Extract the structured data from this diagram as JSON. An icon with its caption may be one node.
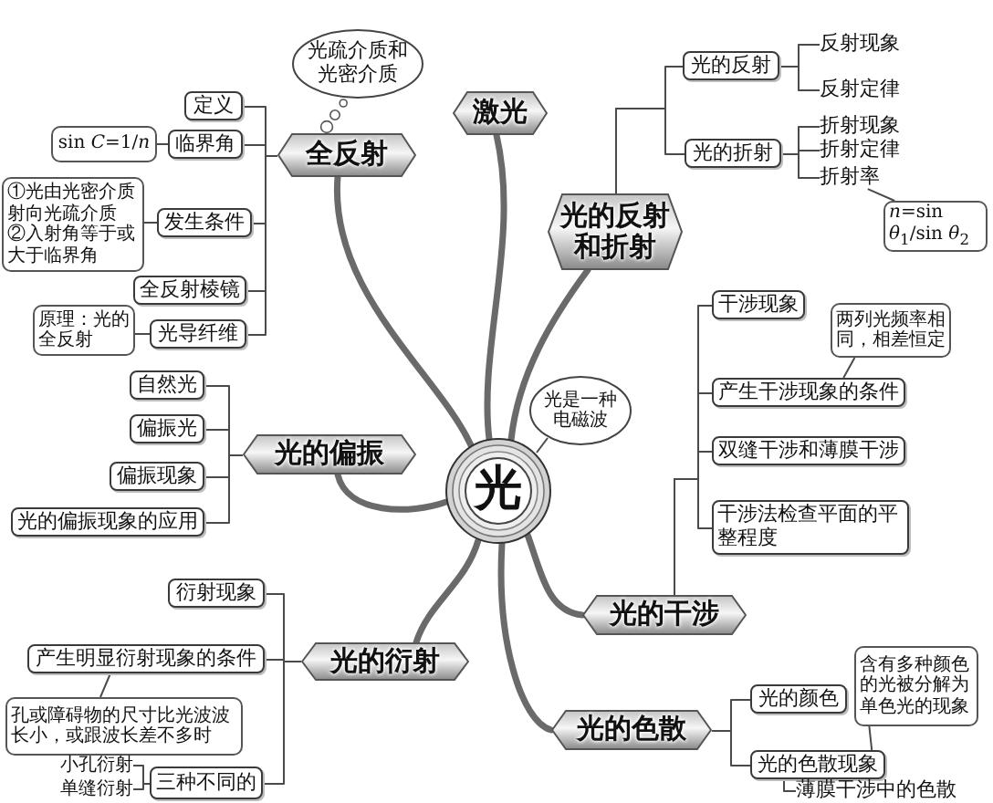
{
  "diagram": {
    "nodes": [
      {
        "text": [
          "光"
        ]
      },
      {
        "text": [
          "光是一种电磁波"
        ]
      },
      {
        "text": [
          "光疏介质和光密介质"
        ]
      },
      {
        "text": [
          "全反射"
        ]
      },
      {
        "text": [
          "定义"
        ]
      },
      {
        "text": [
          "临界角"
        ]
      },
      {
        "text": [
          "sin *C*=1/*n*"
        ]
      },
      {
        "text": [
          "发生条件"
        ]
      },
      {
        "text": [
          "①光由光密介质射向光疏介质",
          "②入射角等于或大于临界角"
        ]
      },
      {
        "text": [
          "全反射棱镜"
        ]
      },
      {
        "text": [
          "光导纤维"
        ]
      },
      {
        "text": [
          "原理：光的全反射"
        ]
      },
      {
        "text": [
          "激光"
        ]
      },
      {
        "text": [
          "光的反射和折射"
        ]
      },
      {
        "text": [
          "光的反射"
        ]
      },
      {
        "text": [
          "反射现象"
        ]
      },
      {
        "text": [
          "反射定律"
        ]
      },
      {
        "text": [
          "光的折射"
        ]
      },
      {
        "text": [
          "折射现象"
        ]
      },
      {
        "text": [
          "折射定律"
        ]
      },
      {
        "text": [
          "折射率"
        ]
      },
      {
        "text": [
          "*n*=sin *θ*$_{1}$/sin *θ*$_{2}$"
        ]
      },
      {
        "text": [
          "光的偏振"
        ]
      },
      {
        "text": [
          "自然光"
        ]
      },
      {
        "text": [
          "偏振光"
        ]
      },
      {
        "text": [
          "偏振现象"
        ]
      },
      {
        "text": [
          "光的偏振现象的应用"
        ]
      },
      {
        "text": [
          "光的干涉"
        ]
      },
      {
        "text": [
          "干涉现象"
        ]
      },
      {
        "text": [
          "产生干涉现象的条件"
        ]
      },
      {
        "text": [
          "两列光频率相同，相差恒定"
        ]
      },
      {
        "text": [
          "双缝干涉和薄膜干涉"
        ]
      },
      {
        "text": [
          "干涉法检查平面的平整程度"
        ]
      },
      {
        "text": [
          "光的衍射"
        ]
      },
      {
        "text": [
          "衍射现象"
        ]
      },
      {
        "text": [
          "产生明显衍射现象的条件"
        ]
      },
      {
        "text": [
          "孔或障碍物的尺寸比光波波长小，或跟波长差不多时"
        ]
      },
      {
        "text": [
          "三种不同的"
        ]
      },
      {
        "text": [
          "小孔衍射"
        ]
      },
      {
        "text": [
          "单缝衍射"
        ]
      },
      {
        "text": [
          "光的色散"
        ]
      },
      {
        "text": [
          "光的颜色"
        ]
      },
      {
        "text": [
          "含有多种颜色的光被分解为单色光的现象"
        ]
      },
      {
        "text": [
          "光的色散现象"
        ]
      },
      {
        "text": [
          "薄膜干涉中的色散"
        ]
      }
    ],
    "edges": [
      {
        "from": 0,
        "to": 3,
        "arrow": "none",
        "style": "thick"
      },
      {
        "from": 0,
        "to": 12,
        "arrow": "none",
        "style": "thick"
      },
      {
        "from": 0,
        "to": 13,
        "arrow": "none",
        "style": "thick"
      },
      {
        "from": 0,
        "to": 22,
        "arrow": "none",
        "style": "thick"
      },
      {
        "from": 0,
        "to": 27,
        "arrow": "none",
        "style": "thick"
      },
      {
        "from": 0,
        "to": 33,
        "arrow": "none",
        "style": "thick"
      },
      {
        "from": 0,
        "to": 40,
        "arrow": "none",
        "style": "thick"
      },
      {
        "from": 1,
        "to": 0,
        "arrow": "none"
      },
      {
        "from": 2,
        "to": 3,
        "arrow": "none",
        "style": "dashed"
      },
      {
        "from": 3,
        "to": 4,
        "arrow": "none"
      },
      {
        "from": 3,
        "to": 5,
        "arrow": "none"
      },
      {
        "from": 3,
        "to": 7,
        "arrow": "none"
      },
      {
        "from": 3,
        "to": 9,
        "arrow": "none"
      },
      {
        "from": 3,
        "to": 10,
        "arrow": "none"
      },
      {
        "from": 6,
        "to": 5,
        "arrow": "none"
      },
      {
        "from": 8,
        "to": 7,
        "arrow": "none"
      },
      {
        "from": 11,
        "to": 10,
        "arrow": "none"
      },
      {
        "from": 13,
        "to": 14,
        "arrow": "none"
      },
      {
        "from": 13,
        "to": 17,
        "arrow": "none"
      },
      {
        "from": 14,
        "to": 15,
        "arrow": "none"
      },
      {
        "from": 14,
        "to": 16,
        "arrow": "none"
      },
      {
        "from": 17,
        "to": 18,
        "arrow": "none"
      },
      {
        "from": 17,
        "to": 19,
        "arrow": "none"
      },
      {
        "from": 17,
        "to": 20,
        "arrow": "none"
      },
      {
        "from": 21,
        "to": 20,
        "arrow": "none"
      },
      {
        "from": 22,
        "to": 23,
        "arrow": "none"
      },
      {
        "from": 22,
        "to": 24,
        "arrow": "none"
      },
      {
        "from": 22,
        "to": 25,
        "arrow": "none"
      },
      {
        "from": 22,
        "to": 26,
        "arrow": "none"
      },
      {
        "from": 27,
        "to": 28,
        "arrow": "none"
      },
      {
        "from": 27,
        "to": 29,
        "arrow": "none"
      },
      {
        "from": 27,
        "to": 31,
        "arrow": "none"
      },
      {
        "from": 27,
        "to": 32,
        "arrow": "none"
      },
      {
        "from": 30,
        "to": 29,
        "arrow": "none"
      },
      {
        "from": 33,
        "to": 34,
        "arrow": "none"
      },
      {
        "from": 33,
        "to": 35,
        "arrow": "none"
      },
      {
        "from": 33,
        "to": 37,
        "arrow": "none"
      },
      {
        "from": 36,
        "to": 35,
        "arrow": "none"
      },
      {
        "from": 37,
        "to": 38,
        "arrow": "none"
      },
      {
        "from": 37,
        "to": 39,
        "arrow": "none"
      },
      {
        "from": 40,
        "to": 41,
        "arrow": "none"
      },
      {
        "from": 40,
        "to": 43,
        "arrow": "none"
      },
      {
        "from": 42,
        "to": 43,
        "arrow": "none"
      },
      {
        "from": 43,
        "to": 44,
        "arrow": "none"
      }
    ]
  }
}
